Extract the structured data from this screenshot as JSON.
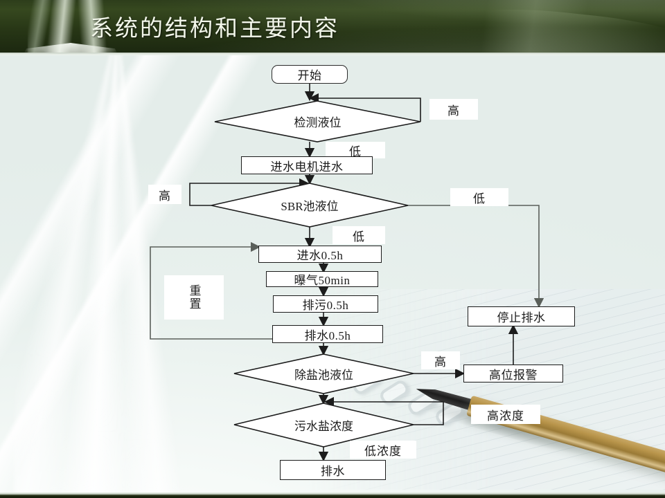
{
  "slide": {
    "title": "系统的结构和主要内容",
    "banner_color": "#283716",
    "title_color": "#f2f6ea",
    "background_color": "#eef4f0"
  },
  "flowchart": {
    "nodes": {
      "start": "开始",
      "detect_level": "检测液位",
      "inlet_motor": "进水电机进水",
      "sbr_level": "SBR池液位",
      "inlet_05h": "进水0.5h",
      "aeration_50min": "曝气50min",
      "sludge_05h": "排污0.5h",
      "drain_05h": "排水0.5h",
      "stop_drain": "停止排水",
      "desalt_level": "除盐池液位",
      "high_alarm": "高位报警",
      "salt_concentration": "污水盐浓度",
      "drain": "排水"
    },
    "labels": {
      "detect_high": "高",
      "detect_low": "低",
      "sbr_high": "高",
      "sbr_low_right": "低",
      "sbr_low_down": "低",
      "reset": "重置",
      "desalt_high": "高",
      "salt_high": "高浓度",
      "salt_low": "低浓度"
    }
  }
}
